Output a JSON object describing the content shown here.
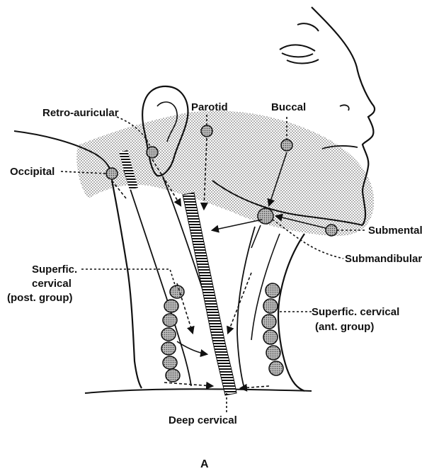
{
  "figure": {
    "panel_letter": "A"
  },
  "labels": {
    "parotid": "Parotid",
    "buccal": "Buccal",
    "retro_auricular": "Retro-auricular",
    "occipital": "Occipital",
    "submental": "Submental",
    "submandibular": "Submandibular",
    "superfic_post_line1": "Superfic.",
    "superfic_post_line2": "cervical",
    "superfic_post_line3": "(post. group)",
    "superfic_ant_line1": "Superfic. cervical",
    "superfic_ant_line2": "(ant. group)",
    "deep_cervical": "Deep cervical"
  },
  "colors": {
    "ink": "#111111",
    "stipple": "#9a9a9a",
    "node_fill": "#8c8c8c"
  }
}
